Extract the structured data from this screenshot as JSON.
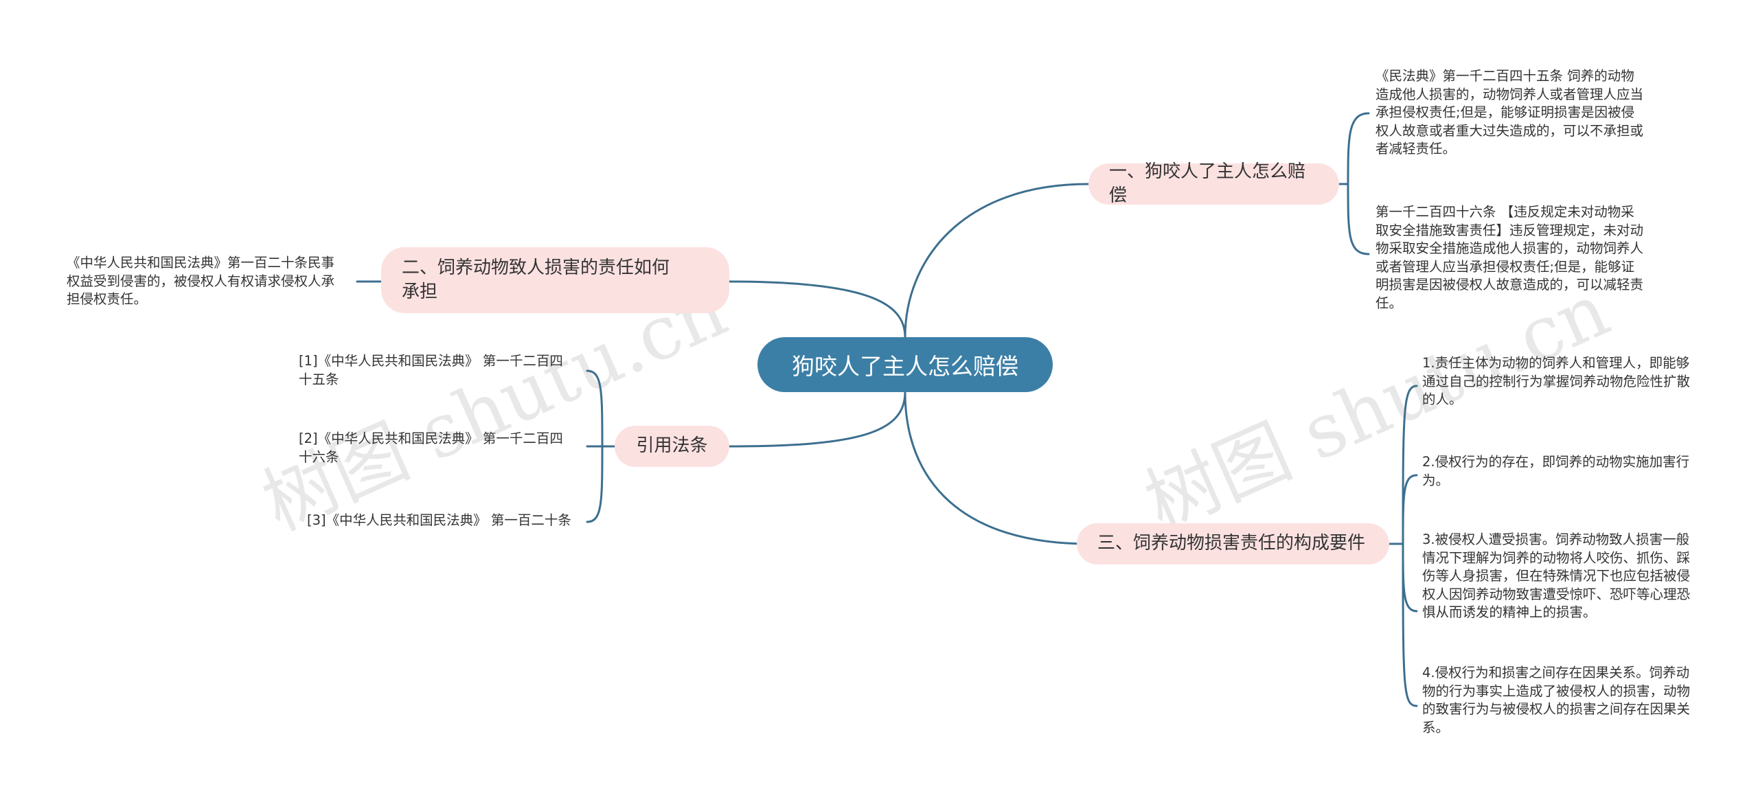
{
  "root": {
    "label": "狗咬人了主人怎么赔偿"
  },
  "branches": [
    {
      "label": "一、狗咬人了主人怎么赔偿",
      "leaves": [
        "《民法典》第一千二百四十五条 饲养的动物\n造成他人损害的，动物饲养人或者管理人应当\n承担侵权责任;但是，能够证明损害是因被侵\n权人故意或者重大过失造成的，可以不承担或\n者减轻责任。",
        "第一千二百四十六条 【违反规定未对动物采\n取安全措施致害责任】违反管理规定，未对动\n物采取安全措施造成他人损害的，动物饲养人\n或者管理人应当承担侵权责任;但是，能够证\n明损害是因被侵权人故意造成的，可以减轻责\n任。"
      ]
    },
    {
      "label": "二、饲养动物致人损害的责任如何\n承担",
      "leaves": [
        "《中华人民共和国民法典》第一百二十条民事\n权益受到侵害的，被侵权人有权请求侵权人承\n担侵权责任。"
      ]
    },
    {
      "label": "引用法条",
      "leaves": [
        "[1]《中华人民共和国民法典》 第一千二百四\n十五条",
        "[2]《中华人民共和国民法典》 第一千二百四\n十六条",
        "[3]《中华人民共和国民法典》 第一百二十条"
      ]
    },
    {
      "label": "三、饲养动物损害责任的构成要件",
      "leaves": [
        "1.责任主体为动物的饲养人和管理人，即能够\n通过自己的控制行为掌握饲养动物危险性扩散\n的人。",
        "2.侵权行为的存在，即饲养的动物实施加害行\n为。",
        "3.被侵权人遭受损害。饲养动物致人损害一般\n情况下理解为饲养的动物将人咬伤、抓伤、踩\n伤等人身损害，但在特殊情况下也应包括被侵\n权人因饲养动物致害遭受惊吓、恐吓等心理恐\n惧从而诱发的精神上的损害。",
        "4.侵权行为和损害之间存在因果关系。饲养动\n物的行为事实上造成了被侵权人的损害，动物\n的致害行为与被侵权人的损害之间存在因果关\n系。"
      ]
    }
  ],
  "watermarks": [
    "树图 shutu.cn",
    "树图 shutu.cn"
  ],
  "colors": {
    "root_bg": "#3c7fa6",
    "branch_bg": "#fce1e1",
    "line": "#3c6f8f",
    "text": "#333333"
  }
}
